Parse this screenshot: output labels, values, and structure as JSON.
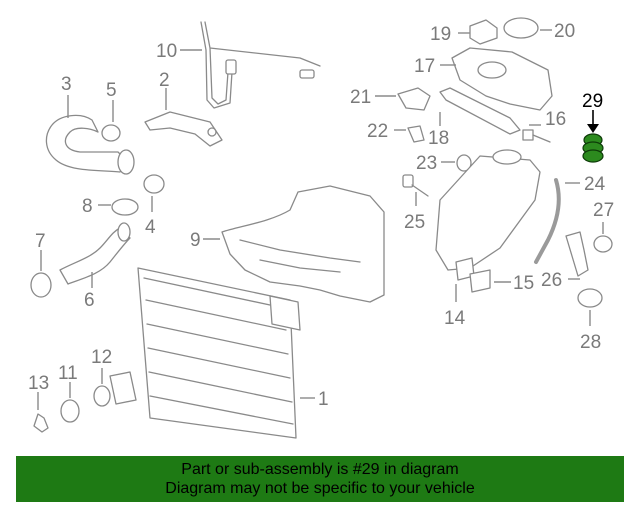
{
  "callouts": [
    "1",
    "2",
    "3",
    "4",
    "5",
    "6",
    "7",
    "8",
    "9",
    "10",
    "11",
    "12",
    "13",
    "14",
    "15",
    "16",
    "17",
    "18",
    "19",
    "20",
    "21",
    "22",
    "23",
    "24",
    "25",
    "26",
    "27",
    "28",
    "29"
  ],
  "highlighted_callout": "29",
  "footer": {
    "line1": "Part or sub-assembly is #29 in diagram",
    "line2": "Diagram may not be specific to your vehicle"
  },
  "colors": {
    "footer_bg": "#1e7a14",
    "highlight_part": "#2c8a1e",
    "line": "#8a8a8a",
    "callout": "#7a7a7a"
  }
}
